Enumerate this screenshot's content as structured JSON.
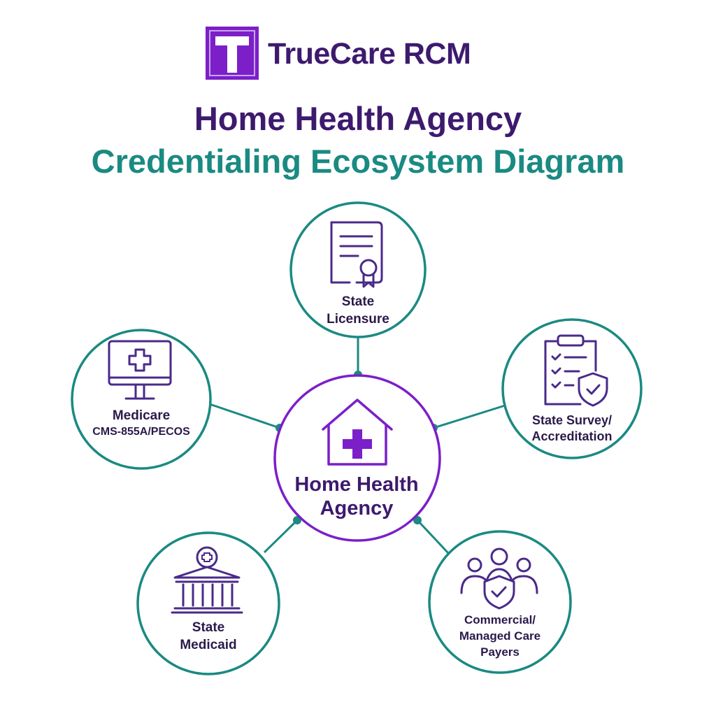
{
  "brand": {
    "logo_letter": "T",
    "name": "TrueCare RCM",
    "primary_color": "#7b1fc9",
    "dark_color": "#3d1a6e",
    "accent_color": "#1a8a82"
  },
  "title": {
    "line1": "Home Health Agency",
    "line2": "Credentialing Ecosystem Diagram"
  },
  "center": {
    "icon": "house-medical-icon",
    "line1": "Home Health",
    "line2": "Agency"
  },
  "nodes": {
    "licensure": {
      "icon": "certificate-icon",
      "line1": "State",
      "line2": "Licensure"
    },
    "medicare": {
      "icon": "monitor-medical-icon",
      "line1": "Medicare",
      "line2": "CMS-855A/PECOS"
    },
    "survey": {
      "icon": "clipboard-checklist-shield-icon",
      "line1": "State Survey/",
      "line2": "Accreditation"
    },
    "medicaid": {
      "icon": "government-building-icon",
      "line1": "State",
      "line2": "Medicaid"
    },
    "commercial": {
      "icon": "people-shield-icon",
      "line1": "Commercial/",
      "line2": "Managed Care",
      "line3": "Payers"
    }
  }
}
